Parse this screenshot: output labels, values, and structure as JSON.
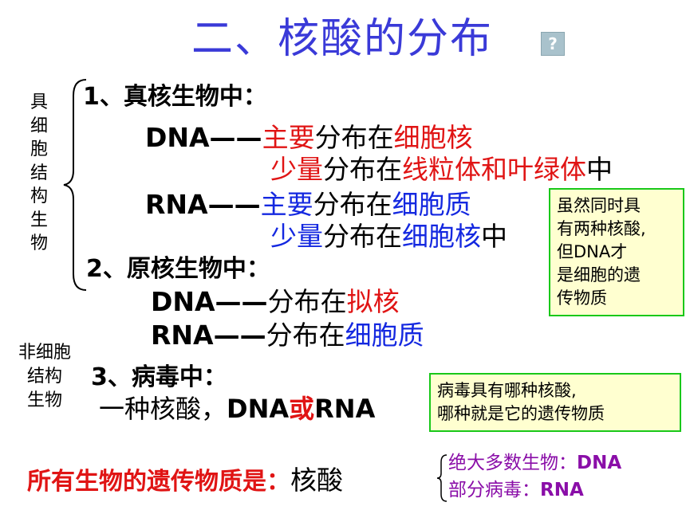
{
  "title": "二、核酸的分布",
  "help_icon": {
    "label": "?",
    "icon": "question-icon"
  },
  "side_labels": {
    "eukaryote_chars": [
      "具",
      "细",
      "胞",
      "结",
      "构",
      "生",
      "物"
    ],
    "noncell_lines": [
      "非细胞",
      "结构",
      "生物"
    ]
  },
  "section1": {
    "heading": "1、真核生物中：",
    "dna_prefix": "DNA——",
    "dna_main_keyword": "主要",
    "dna_main_mid": "分布在",
    "dna_main_location": "细胞核",
    "dna_minor_keyword": "少量",
    "dna_minor_mid": "分布在",
    "dna_minor_location": "线粒体和叶绿体",
    "dna_minor_suffix": "中",
    "rna_prefix": "RNA——",
    "rna_main_keyword": "主要",
    "rna_main_mid": "分布在",
    "rna_main_location": "细胞质",
    "rna_minor_keyword": "少量",
    "rna_minor_mid": "分布在",
    "rna_minor_location": "细胞核",
    "rna_minor_suffix": "中"
  },
  "section2": {
    "heading": "2、原核生物中：",
    "dna_prefix": "DNA——",
    "dna_mid": "分布在",
    "dna_location": "拟核",
    "rna_prefix": "RNA——",
    "rna_mid": "分布在",
    "rna_location": "细胞质"
  },
  "section3": {
    "heading": "3、病毒中：",
    "line_a": "一种核酸，",
    "line_dna": "DNA",
    "line_or": "或",
    "line_rna": "RNA"
  },
  "note1": {
    "lines": [
      "虽然同时具",
      "有两种核酸,",
      "但DNA才",
      "是细胞的遗",
      "传物质"
    ]
  },
  "note2": {
    "lines": [
      "病毒具有哪种核酸,",
      "哪种就是它的遗传物质"
    ]
  },
  "conclusion": {
    "label": "所有生物的遗传物质是：",
    "answer": "核酸",
    "sub1_label": "绝大多数生物：",
    "sub1_value": "DNA",
    "sub2_label": "部分病毒：",
    "sub2_value": "RNA"
  },
  "colors": {
    "title": "#3a3ad8",
    "red": "#e01414",
    "blue": "#1428e0",
    "purple": "#8a0ea8",
    "note_border": "#19c819",
    "note_bg": "#ffffd0"
  }
}
